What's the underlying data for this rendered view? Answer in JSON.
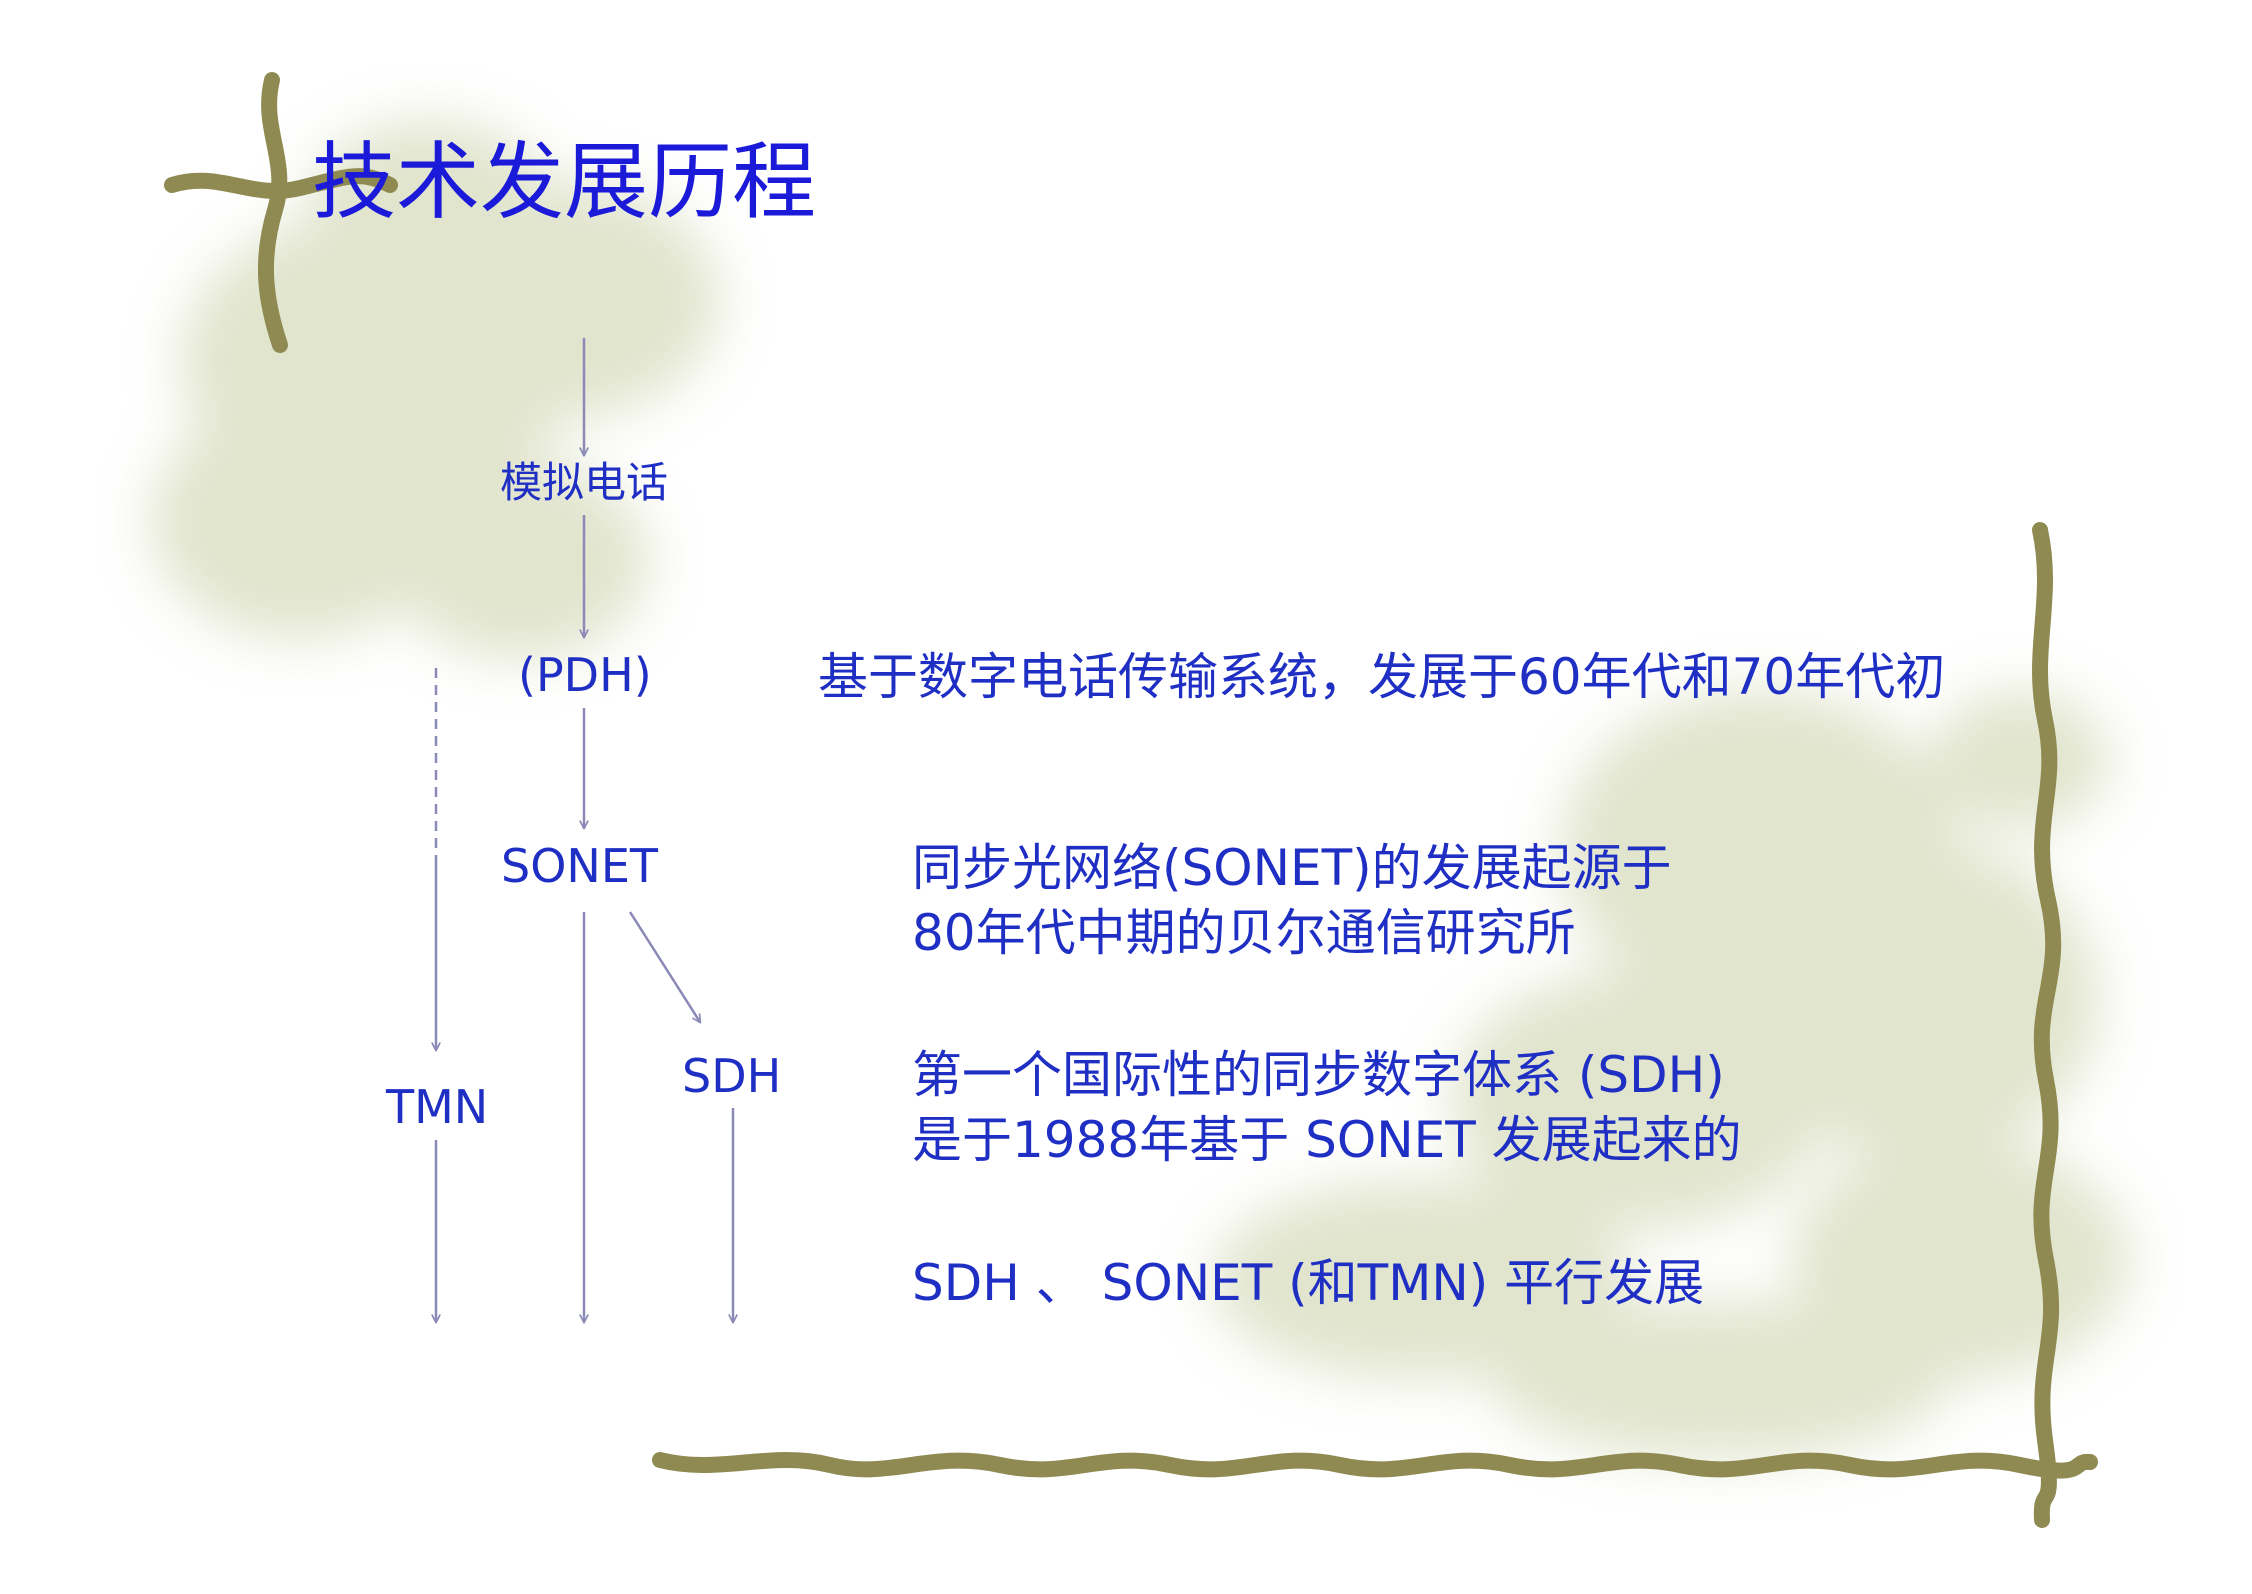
{
  "slide": {
    "title": "技术发展历程",
    "title_color": "#1a1ad8",
    "text_color": "#1f2fc4",
    "arrow_color": "#8b89b5",
    "vine_color": "#8e8a52",
    "blossom_color": "#c9d0a6"
  },
  "diagram": {
    "nodes": {
      "analog": "模拟电话",
      "pdh": "(PDH)",
      "sonet": "SONET",
      "sdh": "SDH",
      "tmn": "TMN"
    },
    "descriptions": {
      "pdh": "基于数字电话传输系统，发展于60年代和70年代初",
      "sonet_line1": "同步光网络(SONET)的发展起源于",
      "sonet_line2": "80年代中期的贝尔通信研究所",
      "sdh_line1": "第一个国际性的同步数字体系 (SDH)",
      "sdh_line2": "是于1988年基于 SONET 发展起来的",
      "parallel": "SDH 、 SONET (和TMN) 平行发展"
    }
  }
}
